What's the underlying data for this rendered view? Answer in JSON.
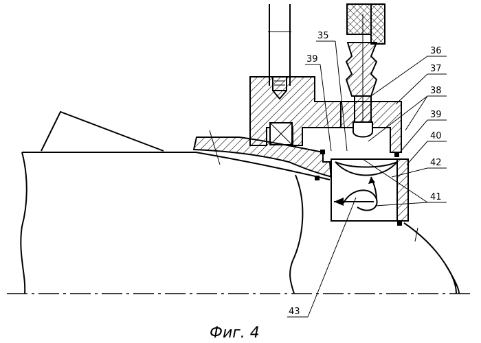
{
  "figure": {
    "caption": "Фиг. 4",
    "labels": {
      "l35": "35",
      "l36": "36",
      "l37": "37",
      "l38": "38",
      "l39a": "39",
      "l39b": "39",
      "l40": "40",
      "l41": "41",
      "l42": "42",
      "l43": "43"
    }
  }
}
